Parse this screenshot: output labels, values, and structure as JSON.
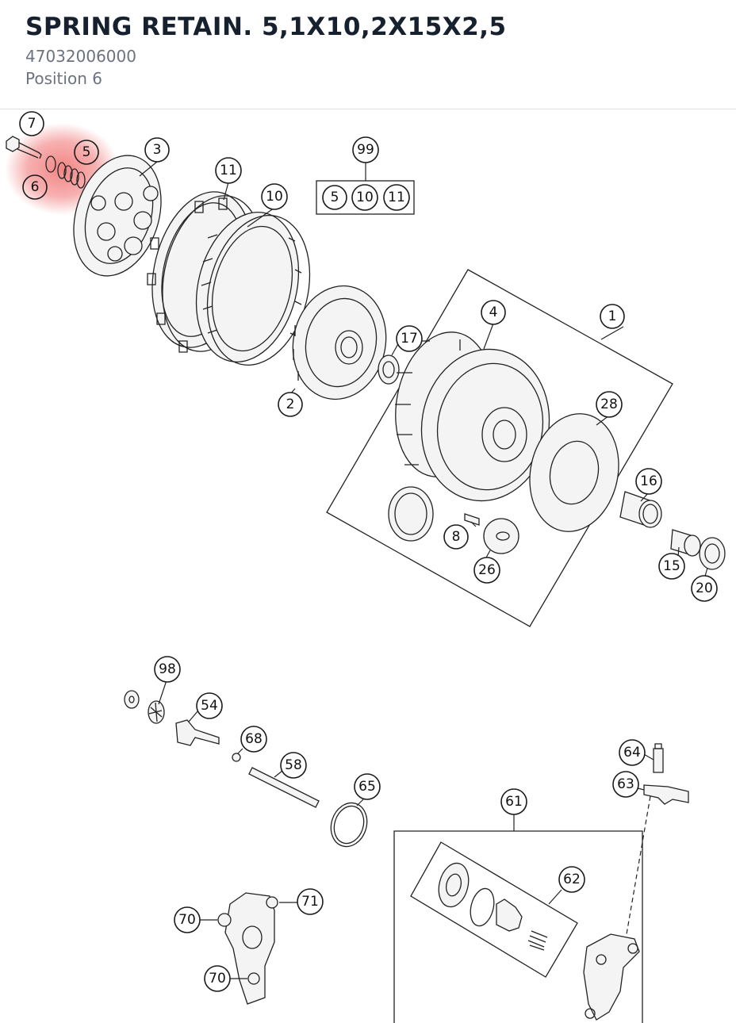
{
  "part": {
    "title": "SPRING RETAIN. 5,1X10,2X15X2,5",
    "number": "47032006000",
    "position": "Position 6"
  },
  "highlight": {
    "color": "#f07070",
    "labels": [
      "5",
      "6"
    ]
  },
  "callouts": {
    "c7": "7",
    "c5": "5",
    "c6": "6",
    "c3": "3",
    "c11": "11",
    "c10": "10",
    "c99": "99",
    "c99_5": "5",
    "c99_10": "10",
    "c99_11": "11",
    "c4": "4",
    "c1": "1",
    "c17": "17",
    "c2": "2",
    "c28": "28",
    "c16": "16",
    "c8": "8",
    "c26": "26",
    "c15": "15",
    "c20": "20",
    "c98": "98",
    "c54": "54",
    "c68": "68",
    "c58": "58",
    "c65": "65",
    "c61": "61",
    "c62": "62",
    "c64": "64",
    "c63": "63",
    "c70a": "70",
    "c71": "71",
    "c70b": "70"
  }
}
